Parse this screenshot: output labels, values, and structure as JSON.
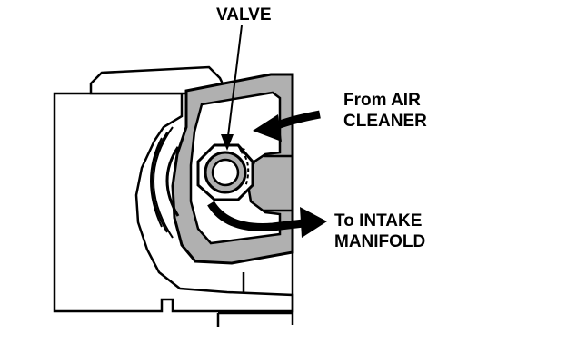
{
  "labels": {
    "valve": "VALVE",
    "from_line1": "From AIR",
    "from_line2": "CLEANER",
    "to_line1": "To INTAKE",
    "to_line2": "MANIFOLD"
  },
  "colors": {
    "ink": "#000000",
    "housing_fill": "#ffffff",
    "wall_shade": "#b0b0b0",
    "screen_gray": "#cfcfcf"
  }
}
